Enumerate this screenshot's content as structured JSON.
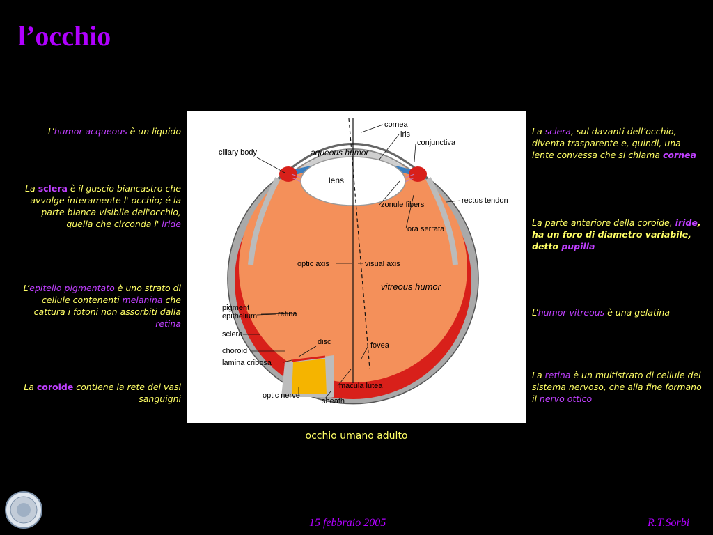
{
  "title": "l’occhio",
  "left_notes": {
    "n1": {
      "a": "L’",
      "b": "humor acqueous",
      "c": " è un liquido"
    },
    "n2": {
      "a": "La ",
      "b": "sclera",
      "c": " è il guscio biancastro che avvolge interamente l' occhio; é la parte bianca visibile dell'occhio, quella che circonda l' ",
      "d": "iride"
    },
    "n3": {
      "a": "L’",
      "b": "epitelio pigmentato",
      "c": " è uno strato di cellule contenenti ",
      "d": "melanina",
      "e": " che cattura i fotoni non assorbiti dalla ",
      "f": "retina"
    },
    "n4": {
      "a": "La ",
      "b": "coroide",
      "c": " contiene la rete dei vasi sanguigni"
    }
  },
  "right_notes": {
    "n1": {
      "a": "La ",
      "b": "sclera",
      "c": ", sul davanti dell’occhio, diventa trasparente e, quindi, una lente convessa che si chiama ",
      "d": "cornea"
    },
    "n2": {
      "a": "La parte anteriore della coroide, ",
      "b": "iride",
      "c": ", ha un foro di diametro variabile, detto ",
      "d": "pupilla"
    },
    "n3": {
      "a": "L’",
      "b": "humor vitreous",
      "c": " è una gelatina"
    },
    "n4": {
      "a": "La ",
      "b": "retina",
      "c": " è un multistrato di cellule del sistema nervoso, che alla fine formano il ",
      "d": "nervo ottico"
    }
  },
  "diagram_labels": {
    "cornea": "cornea",
    "iris": "iris",
    "conjunctiva": "conjunctiva",
    "ciliary_body": "ciliary body",
    "aqueous_humor": "aqueous humor",
    "lens": "lens",
    "zonule_fibers": "zonule fibers",
    "rectus_tendon": "rectus tendon",
    "ora_serrata": "ora serrata",
    "optic_axis": "optic axis",
    "visual_axis": "visual axis",
    "vitreous_humor": "vitreous humor",
    "pigment": "pigment",
    "epithelium": "epithelium",
    "retina": "retina",
    "sclera": "sclera",
    "choroid": "choroid",
    "disc": "disc",
    "fovea": "fovea",
    "lamina_cribosa": "lamina cribosa",
    "macula_lutea": "macula lutea",
    "optic_nerve": "optic nerve",
    "sheath": "sheath"
  },
  "caption": "occhio umano adulto",
  "footer": {
    "date": "15 febbraio 2005",
    "author": "R.T.Sorbi"
  }
}
